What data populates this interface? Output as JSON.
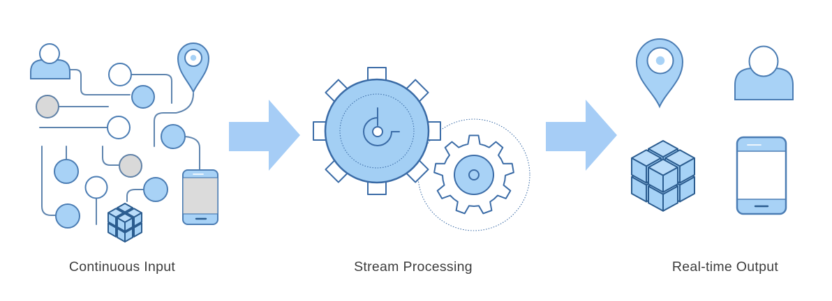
{
  "diagram": {
    "type": "pipeline-flow",
    "background": "#ffffff",
    "direction": "left-to-right",
    "arrow_count": 2
  },
  "stages": [
    {
      "label": "Continuous Input",
      "icons": [
        "user-icon",
        "data-node-circle",
        "location-pin-icon",
        "data-cube-icon",
        "smartphone-icon",
        "connector-lines"
      ]
    },
    {
      "label": "Stream Processing",
      "icons": [
        "timer-gear-icon",
        "small-gear-icon",
        "dotted-orbit-circle"
      ]
    },
    {
      "label": "Real-time Output",
      "icons": [
        "location-pin-icon",
        "user-icon",
        "data-cube-icon",
        "smartphone-icon"
      ]
    }
  ],
  "arrows": [
    {
      "name": "flow-arrow-1",
      "direction": "right"
    },
    {
      "name": "flow-arrow-2",
      "direction": "right"
    }
  ],
  "colors": {
    "icon_fill_blue": "#A8D2F6",
    "gear_fill_blue": "#A3CFF4",
    "outline_blue": "#4A7CB3",
    "outline_dark_blue": "#3A6BA6",
    "cube_edge_navy": "#2B5C8F",
    "node_gray_fill": "#D9D9D9",
    "connector_blue": "#5E84AE",
    "arrow_blue": "#A6CDF6",
    "label_text": "#3C3C3C",
    "screen_gray": "#DBDBDB"
  }
}
